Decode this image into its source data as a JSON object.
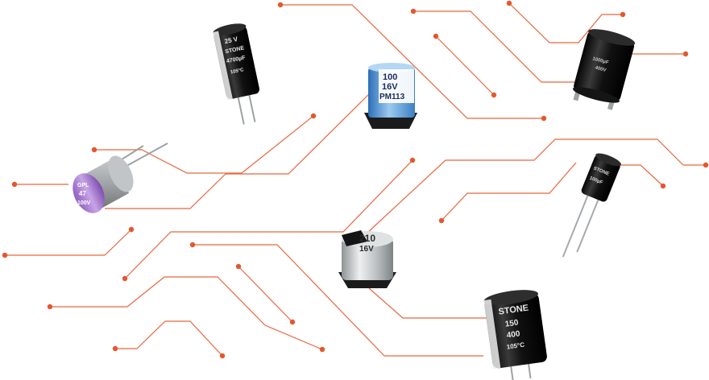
{
  "scene": {
    "accent_color": "#e4572e",
    "background": "#ffffff"
  },
  "capacitors": {
    "radial_black_top": {
      "line1": "STONE",
      "line2": "4700µF",
      "line3": "25 V",
      "line4": "105°C"
    },
    "polymer_blue_smd": {
      "line1": "100",
      "line2": "16V",
      "line3": "PM113"
    },
    "polymer_purple": {
      "line1": "GPL",
      "line2": "47",
      "line3": "100V"
    },
    "snap_in_black": {
      "line1": "1000µF",
      "line2": "400V"
    },
    "radial_black_right": {
      "line1": "STONE",
      "line2": "100µF"
    },
    "smd_silver": {
      "line1": "210",
      "line2": "16V"
    },
    "radial_stone_bottom": {
      "line1": "STONE",
      "line2": "150",
      "line3": "400",
      "line4": "105°C"
    }
  }
}
